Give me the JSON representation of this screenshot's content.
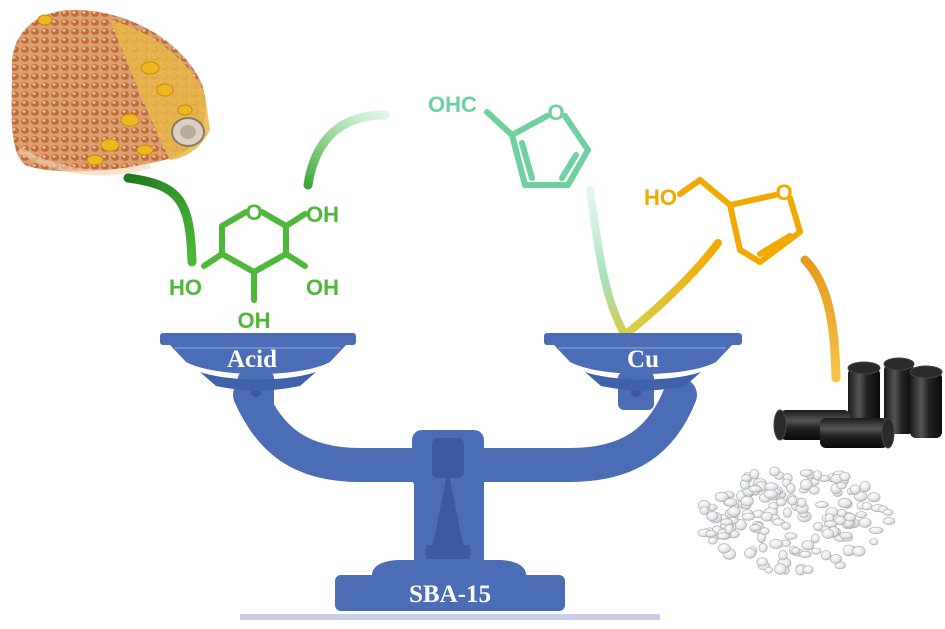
{
  "labels": {
    "left_pan": "Acid",
    "right_pan": "Cu",
    "base": "SBA-15"
  },
  "glucose": {
    "ring_oxygen": "O",
    "oh_top_right": "OH",
    "oh_left": "HO",
    "oh_right": "OH",
    "oh_bottom": "OH"
  },
  "furfural": {
    "aldehyde": "OHC",
    "ring_oxygen": "O"
  },
  "hmf": {
    "hydroxyl": "HO",
    "ring_oxygen": "O"
  },
  "colors": {
    "scale_blue": "#4a6db5",
    "scale_dark": "#3b5aa0",
    "glucose_green": "#4fb83a",
    "dark_green": "#1f7a1f",
    "furfural_teal": "#6fd0a0",
    "hmf_orange": "#f2a900"
  }
}
